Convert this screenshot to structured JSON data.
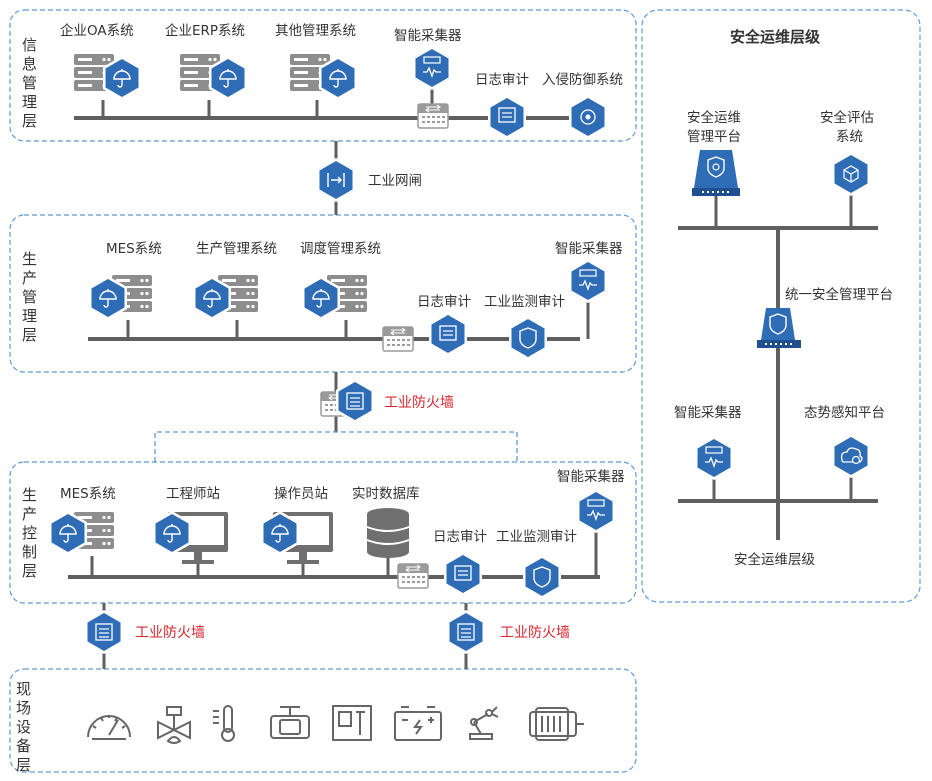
{
  "layers": {
    "info": {
      "title_chars": [
        "信",
        "息",
        "管",
        "理",
        "层"
      ],
      "systems": [
        "企业OA系统",
        "企业ERP系统",
        "其他管理系统"
      ],
      "collector": "智能采集器",
      "log_audit": "日志审计",
      "ids": "入侵防御系统"
    },
    "gateway": {
      "label": "工业网闸"
    },
    "production": {
      "title_chars": [
        "生",
        "产",
        "管",
        "理",
        "层"
      ],
      "systems": [
        "MES系统",
        "生产管理系统",
        "调度管理系统"
      ],
      "collector": "智能采集器",
      "log_audit": "日志审计",
      "monitor_audit": "工业监测审计"
    },
    "firewall_mid": {
      "label": "工业防火墙"
    },
    "control": {
      "title_chars": [
        "生",
        "产",
        "控",
        "制",
        "层"
      ],
      "systems": [
        "MES系统",
        "工程师站",
        "操作员站",
        "实时数据库"
      ],
      "collector": "智能采集器",
      "log_audit": "日志审计",
      "monitor_audit": "工业监测审计"
    },
    "firewall_left": {
      "label": "工业防火墙"
    },
    "firewall_right": {
      "label": "工业防火墙"
    },
    "field": {
      "title_chars": [
        "现",
        "场",
        "设",
        "备",
        "层"
      ],
      "devices": [
        "gauge-icon",
        "valve-icon",
        "thermometer-icon",
        "pipe-valve-icon",
        "plc-cabinet-icon",
        "battery-icon",
        "robot-arm-icon",
        "motor-icon"
      ]
    }
  },
  "security": {
    "title": "安全运维层级",
    "ops_platform": "安全运维\n管理平台",
    "ops_platform_lines": [
      "安全运维",
      "管理平台"
    ],
    "eval_lines": [
      "安全评估",
      "系统"
    ],
    "unified": "统一安全管理平台",
    "collector": "智能采集器",
    "situation": "态势感知平台",
    "footer": "安全运维层级"
  },
  "colors": {
    "accent": "#2e6cb6",
    "dashed_border": "#5b9bd5",
    "firewall_text": "#d9262c",
    "bus": "#5f5f5f"
  }
}
